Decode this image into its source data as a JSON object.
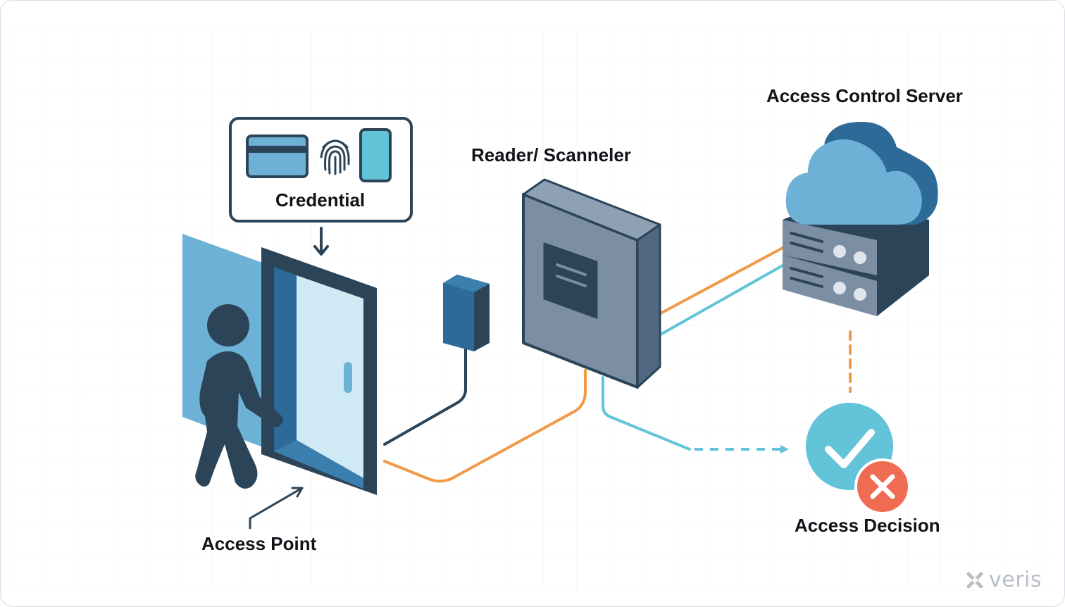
{
  "diagram": {
    "nodes": {
      "credential": {
        "label": "Credential",
        "icons": [
          "card-icon",
          "fingerprint-icon",
          "phone-icon"
        ]
      },
      "access_point": {
        "label": "Access Point"
      },
      "reader": {
        "label": "Reader/ Scanneler"
      },
      "server": {
        "label": "Access Control Server"
      },
      "decision": {
        "label": "Access Decision",
        "icons": [
          "check-icon",
          "x-icon"
        ]
      }
    },
    "connections": [
      {
        "from": "credential",
        "to": "access_point",
        "style": "arrow"
      },
      {
        "from": "access_point",
        "to": "reader",
        "color": "orange"
      },
      {
        "from": "reader",
        "to": "server",
        "color": "orange"
      },
      {
        "from": "reader",
        "to": "server",
        "color": "blue"
      },
      {
        "from": "reader",
        "to": "decision",
        "color": "blue",
        "style": "dashed-arrow"
      },
      {
        "from": "server",
        "to": "decision",
        "color": "orange",
        "style": "dashed"
      }
    ]
  },
  "brand": {
    "name": "veris"
  },
  "colors": {
    "dark_navy": "#2c4457",
    "mid_blue": "#2d6a97",
    "light_blue": "#6eb1d6",
    "cyan": "#62c3d9",
    "orange": "#f19a47",
    "red": "#ef6b51",
    "slate": "#7b8ea3"
  }
}
